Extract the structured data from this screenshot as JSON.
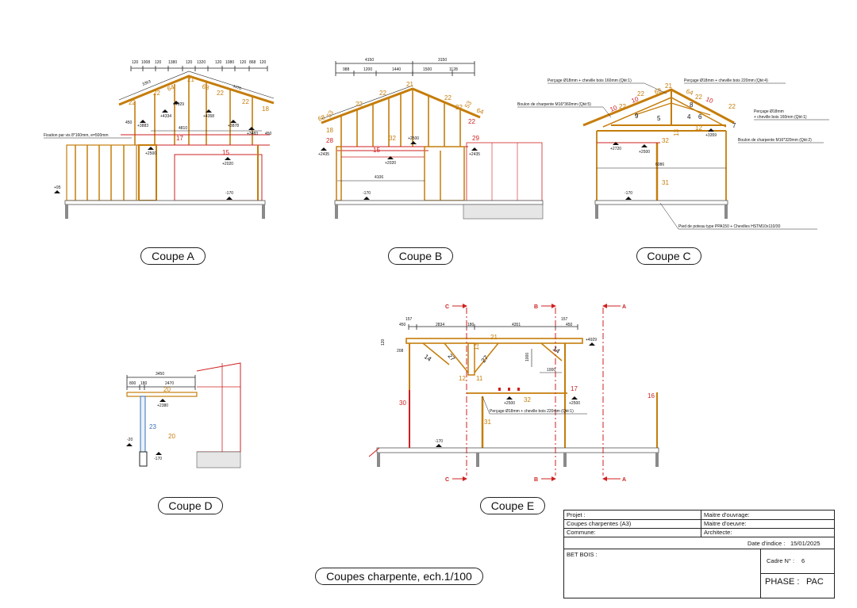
{
  "sections": {
    "a": {
      "title": "Coupe A",
      "dims_top": [
        "120",
        "1008",
        "120",
        "1380",
        "120",
        "1320",
        "120",
        "1080",
        "120",
        "868",
        "120"
      ],
      "dim_left_slope": "3363",
      "dim_right_slope": "4470",
      "dim_4810": "4810",
      "dim_450_left": "450",
      "dim_450_right": "450",
      "note_fixation": "Fixation par vis 8*160mm, e=500mm",
      "levels": [
        "+4929",
        "+4334",
        "+4358",
        "+3883",
        "+3878",
        "+3483",
        "+2500",
        "+2020",
        "+95",
        "-170"
      ],
      "pieces": [
        "21",
        "22",
        "22",
        "22",
        "22",
        "64",
        "68",
        "18",
        "17",
        "15"
      ]
    },
    "b": {
      "title": "Coupe B",
      "dims_top": [
        "4150",
        "3150"
      ],
      "dims_sub": [
        "988",
        "1200",
        "1440",
        "1500",
        "1128"
      ],
      "dim_4106": "4106",
      "levels": [
        "+2435",
        "+2500",
        "+2020",
        "+2435",
        "-170"
      ],
      "pieces": [
        "21",
        "22",
        "22",
        "22",
        "22",
        "68",
        "53",
        "53",
        "64",
        "18",
        "28",
        "15",
        "32",
        "29",
        "22"
      ]
    },
    "c": {
      "title": "Coupe C",
      "notes": [
        "Perçage Ø18mm + cheville bois 160mm (Qté:1)",
        "Perçage Ø18mm + cheville bois 220mm (Qté:4)",
        "Boulon de charpente M16*360mm (Qté:5)",
        "Perçage Ø18mm",
        "+ cheville bois 160mm (Qté:1)",
        "Boulon de charpente M16*320mm (Qté:2)",
        "Pied de poteau type PPA150 + Chevilles HSTM10x110/30"
      ],
      "dim_6086": "6086",
      "levels": [
        "+2720",
        "+2500",
        "+3359",
        "-170"
      ],
      "pieces": [
        "21",
        "68",
        "64",
        "22",
        "22",
        "22",
        "22",
        "10",
        "10",
        "10",
        "9",
        "8",
        "5",
        "7",
        "4",
        "6",
        "12",
        "13",
        "32",
        "31"
      ]
    },
    "d": {
      "title": "Coupe D",
      "dims": [
        "3450",
        "800",
        "180",
        "2470"
      ],
      "levels": [
        "+2380",
        "-20",
        "-170"
      ],
      "pieces": [
        "20",
        "23",
        "20"
      ]
    },
    "e": {
      "title": "Coupe E",
      "dims_top": [
        "157",
        "157",
        "450",
        "2834",
        "180",
        "4351",
        "450"
      ],
      "dim_120": "120",
      "dim_208": "208",
      "dim_1000v": "1000",
      "dim_1000h": "1000",
      "note_percage": "Perçage Ø18mm + cheville bois 220mm (Qté:1)",
      "levels": [
        "+4929",
        "+2500",
        "+2500",
        "-170"
      ],
      "pieces": [
        "21",
        "14",
        "14",
        "27",
        "27",
        "13",
        "12",
        "11",
        "17",
        "32",
        "31",
        "30",
        "16"
      ],
      "cut_marks": [
        "C",
        "B",
        "A",
        "C",
        "B",
        "A"
      ]
    }
  },
  "main_title": "Coupes charpente, ech.1/100",
  "title_block": {
    "projet": "Projet :",
    "projet_value": "Coupes charpentes (A3)",
    "commune": "Commune:",
    "maitre_ouvrage": "Maitre d'ouvrage:",
    "maitre_oeuvre": "Maitre d'oeuvre:",
    "architecte": "Architecte:",
    "date_label": "Date d'indice :",
    "date_value": "15/01/2025",
    "bet": "BET BOIS :",
    "cadre_label": "Cadre N° :",
    "cadre_value": "6",
    "phase_label": "PHASE :",
    "phase_value": "PAC"
  },
  "colors": {
    "timber": "#c57d0b",
    "red": "#cf2020",
    "blue": "#3a6fb5",
    "line": "#222222",
    "slab": "#8a8a8a"
  }
}
